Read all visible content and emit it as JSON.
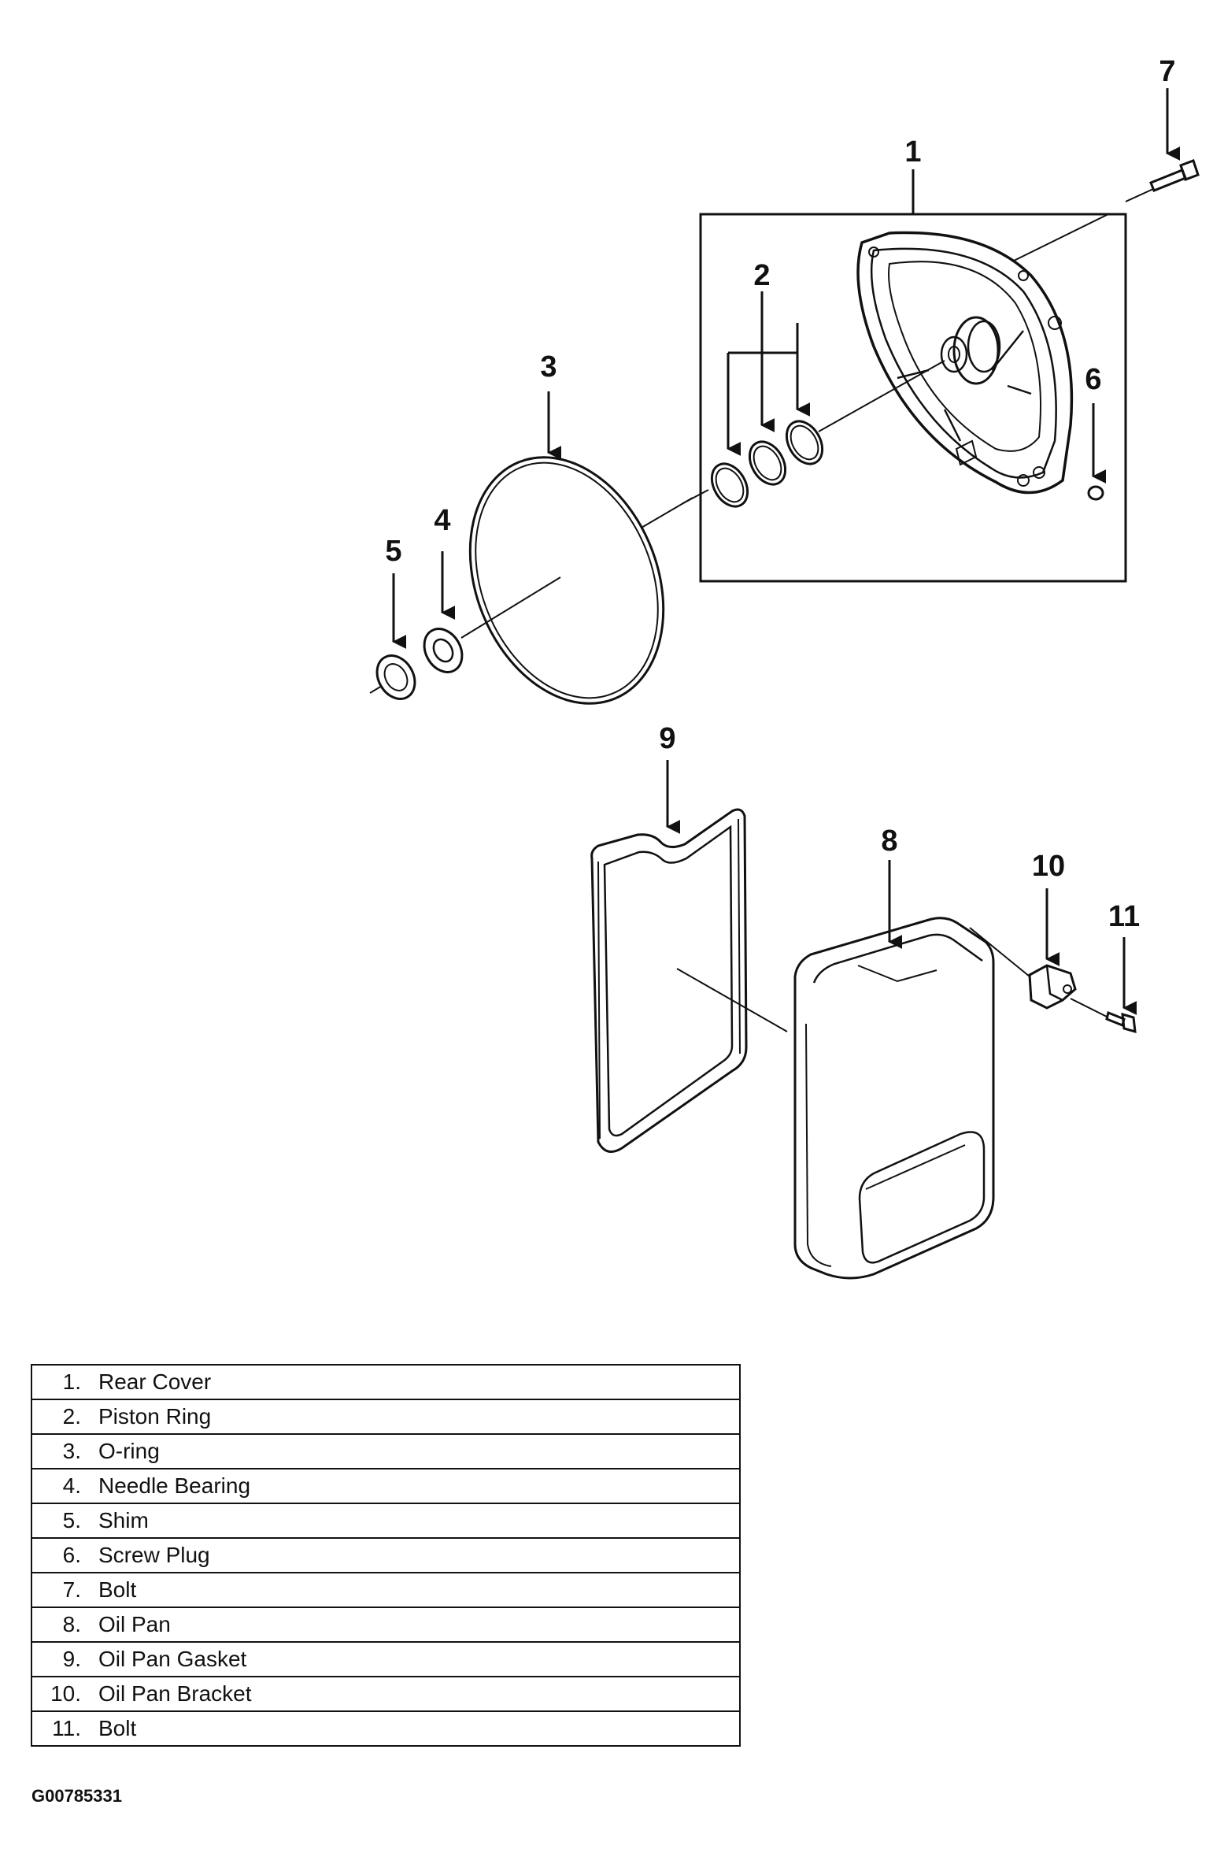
{
  "callouts": [
    {
      "id": "1",
      "label": "1"
    },
    {
      "id": "2",
      "label": "2"
    },
    {
      "id": "3",
      "label": "3"
    },
    {
      "id": "4",
      "label": "4"
    },
    {
      "id": "5",
      "label": "5"
    },
    {
      "id": "6",
      "label": "6"
    },
    {
      "id": "7",
      "label": "7"
    },
    {
      "id": "8",
      "label": "8"
    },
    {
      "id": "9",
      "label": "9"
    },
    {
      "id": "10",
      "label": "10"
    },
    {
      "id": "11",
      "label": "11"
    }
  ],
  "legend": [
    {
      "num": "1.",
      "name": "Rear Cover"
    },
    {
      "num": "2.",
      "name": "Piston Ring"
    },
    {
      "num": "3.",
      "name": "O-ring"
    },
    {
      "num": "4.",
      "name": "Needle Bearing"
    },
    {
      "num": "5.",
      "name": "Shim"
    },
    {
      "num": "6.",
      "name": "Screw Plug"
    },
    {
      "num": "7.",
      "name": "Bolt"
    },
    {
      "num": "8.",
      "name": "Oil Pan"
    },
    {
      "num": "9.",
      "name": "Oil Pan Gasket"
    },
    {
      "num": "10.",
      "name": "Oil Pan Bracket"
    },
    {
      "num": "11.",
      "name": "Bolt"
    }
  ],
  "figure_id": "G00785331",
  "line_color": "#111111"
}
